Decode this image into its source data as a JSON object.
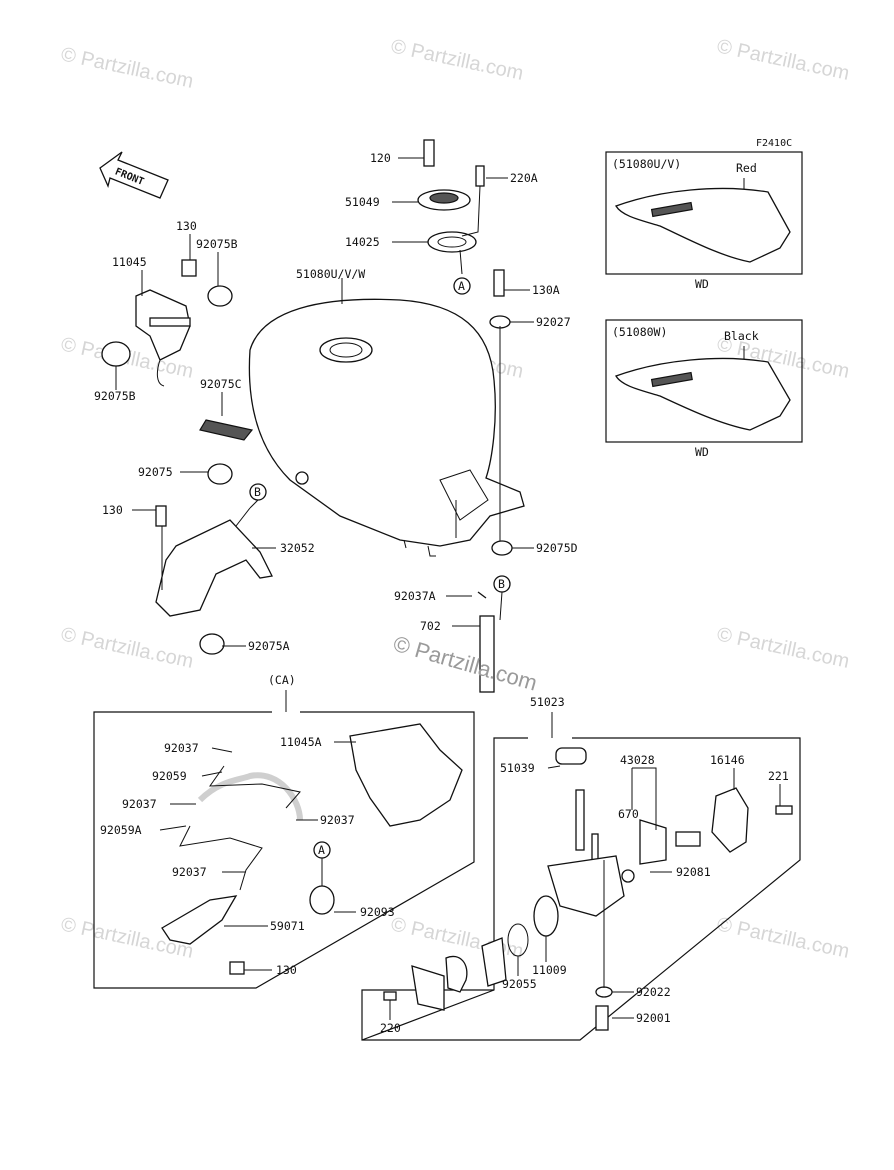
{
  "figure_code": "F2410C",
  "front_label": "FRONT",
  "center_watermark": "© Partzilla.com",
  "watermark_text": "© Partzilla.com",
  "group_labels": {
    "ca": "(CA)",
    "fuel_cock": "51023"
  },
  "callouts": {
    "c51080uv": "(51080U/V)",
    "red": "Red",
    "wd1": "WD",
    "c51080w": "(51080W)",
    "black": "Black",
    "wd2": "WD"
  },
  "parts": [
    {
      "id": "p120",
      "label": "120"
    },
    {
      "id": "p220a",
      "label": "220A"
    },
    {
      "id": "p51049",
      "label": "51049"
    },
    {
      "id": "p14025",
      "label": "14025"
    },
    {
      "id": "p130a",
      "label": "130A"
    },
    {
      "id": "p51080",
      "label": "51080U/V/W"
    },
    {
      "id": "p92027",
      "label": "92027"
    },
    {
      "id": "p130top",
      "label": "130"
    },
    {
      "id": "p92075b1",
      "label": "92075B"
    },
    {
      "id": "p11045",
      "label": "11045"
    },
    {
      "id": "p92075b2",
      "label": "92075B"
    },
    {
      "id": "p92075c",
      "label": "92075C"
    },
    {
      "id": "p92075",
      "label": "92075"
    },
    {
      "id": "p130mid",
      "label": "130"
    },
    {
      "id": "p32052",
      "label": "32052"
    },
    {
      "id": "p92075a",
      "label": "92075A"
    },
    {
      "id": "p92075d",
      "label": "92075D"
    },
    {
      "id": "p92037a",
      "label": "92037A"
    },
    {
      "id": "p702",
      "label": "702"
    },
    {
      "id": "p92037_1",
      "label": "92037"
    },
    {
      "id": "p92059",
      "label": "92059"
    },
    {
      "id": "p92037_2",
      "label": "92037"
    },
    {
      "id": "p92059a",
      "label": "92059A"
    },
    {
      "id": "p92037_3",
      "label": "92037"
    },
    {
      "id": "p92037_4",
      "label": "92037"
    },
    {
      "id": "p11045a",
      "label": "11045A"
    },
    {
      "id": "p92093",
      "label": "92093"
    },
    {
      "id": "p59071",
      "label": "59071"
    },
    {
      "id": "p130low",
      "label": "130"
    },
    {
      "id": "p51039",
      "label": "51039"
    },
    {
      "id": "p43028",
      "label": "43028"
    },
    {
      "id": "p16146",
      "label": "16146"
    },
    {
      "id": "p221",
      "label": "221"
    },
    {
      "id": "p670",
      "label": "670"
    },
    {
      "id": "p92081",
      "label": "92081"
    },
    {
      "id": "p11009",
      "label": "11009"
    },
    {
      "id": "p92055",
      "label": "92055"
    },
    {
      "id": "p92022",
      "label": "92022"
    },
    {
      "id": "p92001",
      "label": "92001"
    },
    {
      "id": "p220",
      "label": "220"
    }
  ],
  "refs": [
    {
      "id": "refA1",
      "label": "A"
    },
    {
      "id": "refB1",
      "label": "B"
    },
    {
      "id": "refB2",
      "label": "B"
    },
    {
      "id": "refA2",
      "label": "A"
    }
  ]
}
